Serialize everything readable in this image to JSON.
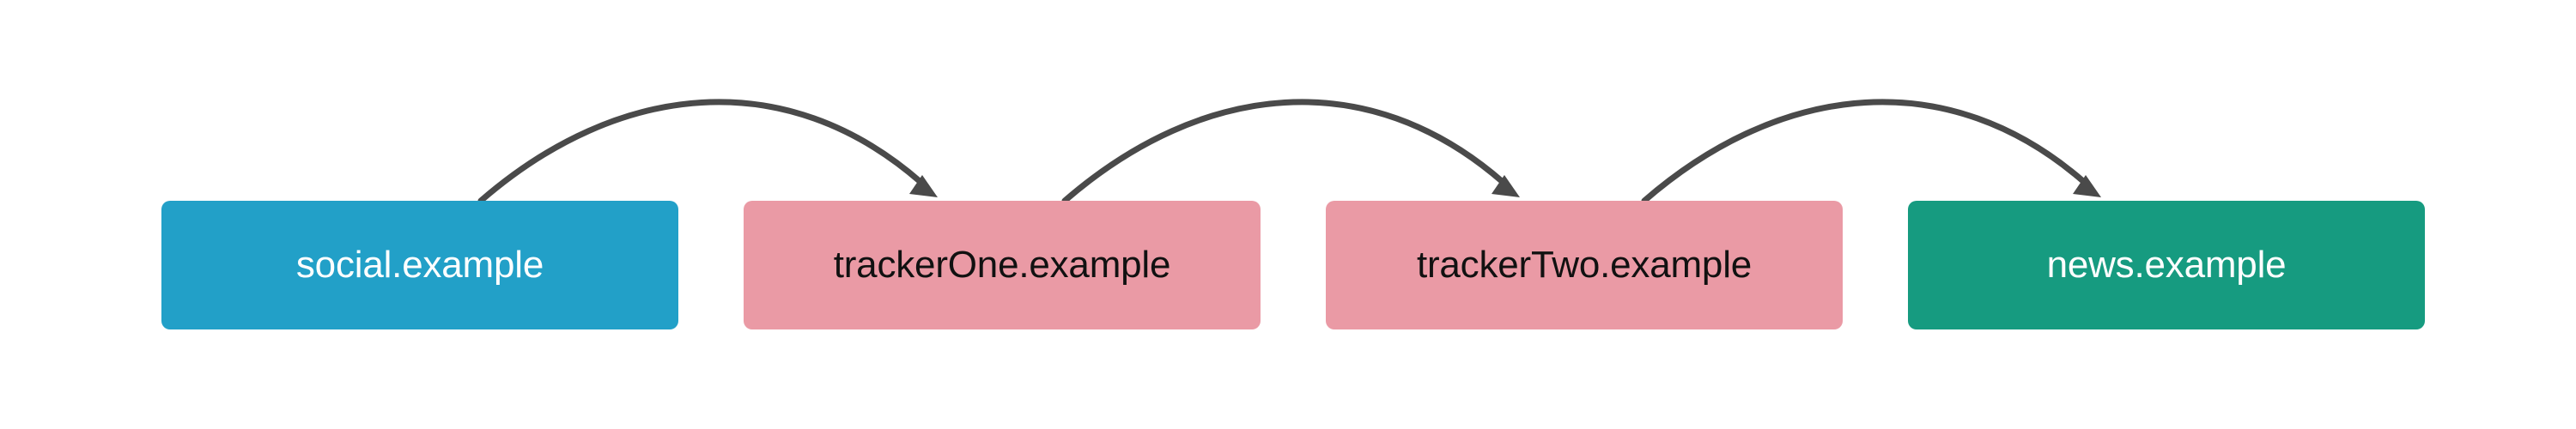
{
  "diagram": {
    "nodes": [
      {
        "label": "social.example",
        "bg": "#22A0C8",
        "text_color": "#ffffff"
      },
      {
        "label": "trackerOne.example",
        "bg": "#EA9AA5",
        "text_color": "#111111"
      },
      {
        "label": "trackerTwo.example",
        "bg": "#EA9AA5",
        "text_color": "#111111"
      },
      {
        "label": "news.example",
        "bg": "#169B80",
        "text_color": "#ffffff"
      }
    ],
    "edges": [
      {
        "from": "social.example",
        "to": "trackerOne.example"
      },
      {
        "from": "trackerOne.example",
        "to": "trackerTwo.example"
      },
      {
        "from": "trackerTwo.example",
        "to": "news.example"
      }
    ],
    "arrow_color": "#4A4A4A"
  }
}
